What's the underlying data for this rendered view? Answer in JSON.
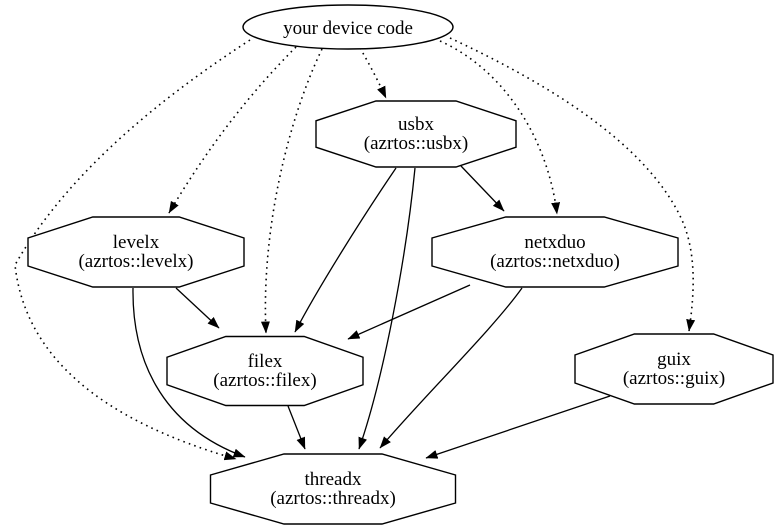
{
  "diagram": {
    "kind": "dependency-graph",
    "background_color": "#ffffff",
    "node_fill_color": "#ffffff",
    "line_color": "#000000",
    "text_color": "#000000",
    "nodes": [
      {
        "id": "device_code",
        "label": "your device code",
        "sublabel": "",
        "shape": "ellipse"
      },
      {
        "id": "usbx",
        "label": "usbx",
        "sublabel": "(azrtos::usbx)",
        "shape": "octagon"
      },
      {
        "id": "levelx",
        "label": "levelx",
        "sublabel": "(azrtos::levelx)",
        "shape": "octagon"
      },
      {
        "id": "netxduo",
        "label": "netxduo",
        "sublabel": "(azrtos::netxduo)",
        "shape": "octagon"
      },
      {
        "id": "filex",
        "label": "filex",
        "sublabel": "(azrtos::filex)",
        "shape": "octagon"
      },
      {
        "id": "guix",
        "label": "guix",
        "sublabel": "(azrtos::guix)",
        "shape": "octagon"
      },
      {
        "id": "threadx",
        "label": "threadx",
        "sublabel": "(azrtos::threadx)",
        "shape": "octagon"
      }
    ],
    "edges": [
      {
        "from": "device_code",
        "to": "usbx",
        "style": "dotted"
      },
      {
        "from": "device_code",
        "to": "levelx",
        "style": "dotted"
      },
      {
        "from": "device_code",
        "to": "filex",
        "style": "dotted"
      },
      {
        "from": "device_code",
        "to": "netxduo",
        "style": "dotted"
      },
      {
        "from": "device_code",
        "to": "guix",
        "style": "dotted"
      },
      {
        "from": "device_code",
        "to": "threadx",
        "style": "dotted"
      },
      {
        "from": "usbx",
        "to": "netxduo",
        "style": "solid"
      },
      {
        "from": "usbx",
        "to": "filex",
        "style": "solid"
      },
      {
        "from": "usbx",
        "to": "threadx",
        "style": "solid"
      },
      {
        "from": "levelx",
        "to": "filex",
        "style": "solid"
      },
      {
        "from": "levelx",
        "to": "threadx",
        "style": "solid"
      },
      {
        "from": "netxduo",
        "to": "filex",
        "style": "solid"
      },
      {
        "from": "netxduo",
        "to": "threadx",
        "style": "solid"
      },
      {
        "from": "filex",
        "to": "threadx",
        "style": "solid"
      },
      {
        "from": "guix",
        "to": "threadx",
        "style": "solid"
      }
    ]
  }
}
